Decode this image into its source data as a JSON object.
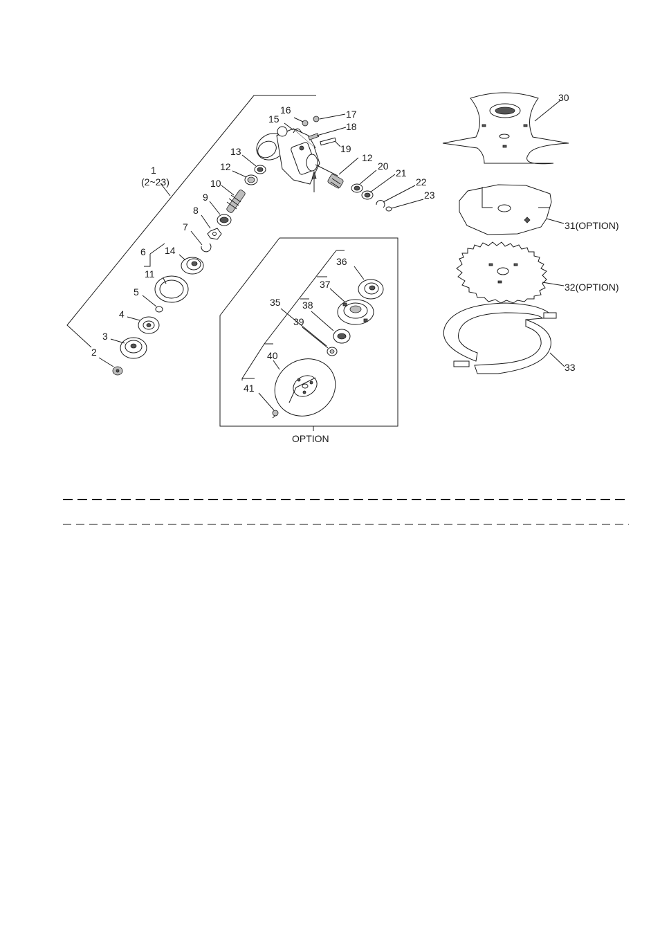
{
  "labels": {
    "l1": "1",
    "l1_range": "(2~23)",
    "l2": "2",
    "l3": "3",
    "l4": "4",
    "l5": "5",
    "l6": "6",
    "l7": "7",
    "l8": "8",
    "l9": "9",
    "l10": "10",
    "l11": "11",
    "l12a": "12",
    "l12b": "12",
    "l13": "13",
    "l14": "14",
    "l15": "15",
    "l16": "16",
    "l17": "17",
    "l18": "18",
    "l19": "19",
    "l20": "20",
    "l21": "21",
    "l22": "22",
    "l23": "23",
    "l30": "30",
    "l31": "31(OPTION)",
    "l32": "32(OPTION)",
    "l33": "33",
    "l35": "35",
    "l36": "36",
    "l37": "37",
    "l38": "38",
    "l39": "39",
    "l40": "40",
    "l41": "41",
    "option_box": "OPTION"
  },
  "colors": {
    "line": "#1a1a1a",
    "background": "#ffffff",
    "shade": "#555555"
  }
}
